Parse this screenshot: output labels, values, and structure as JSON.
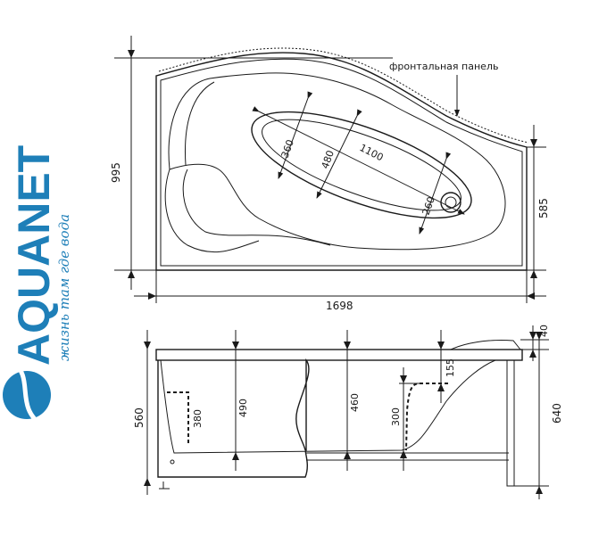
{
  "logo": {
    "brand": "AQUANET",
    "slogan": "жизнь там где вода",
    "color": "#1e7fb8"
  },
  "top_view": {
    "callout": "фронтальная панель",
    "dims": {
      "depth_total": "995",
      "depth_right": "585",
      "length": "1698",
      "bowl_width_left": "360",
      "bowl_width_mid": "480",
      "bowl_length": "1100",
      "bowl_width_right": "260"
    }
  },
  "side_view": {
    "dims": {
      "height_rim": "560",
      "seat_height": "380",
      "depth_left": "490",
      "depth_mid": "460",
      "depth_right": "300",
      "headrest_offset": "155",
      "headrest_height": "40",
      "height_total": "640"
    }
  }
}
